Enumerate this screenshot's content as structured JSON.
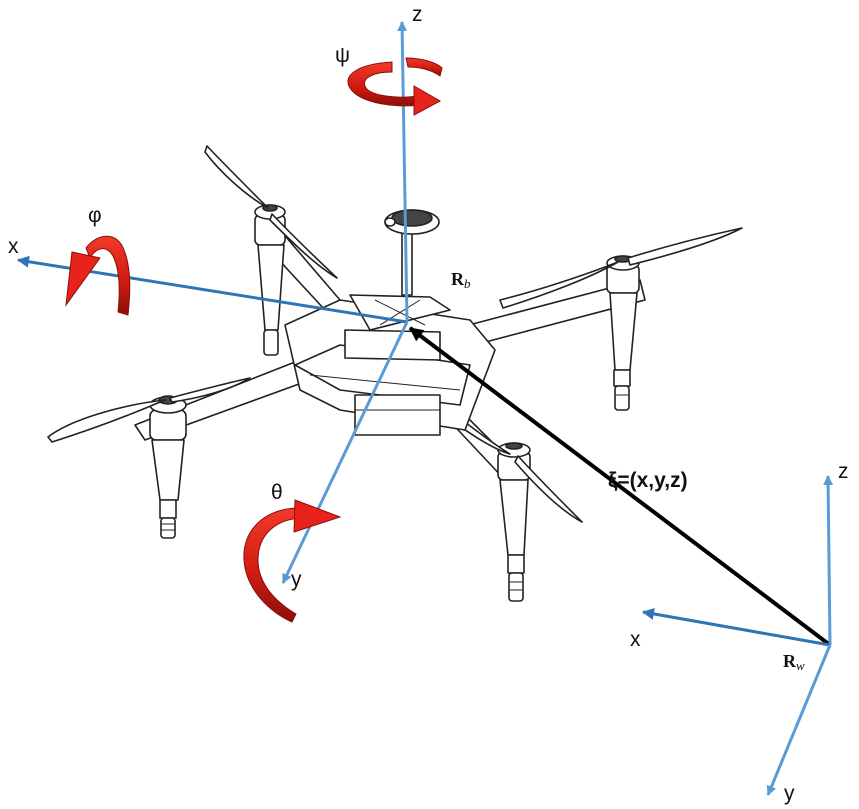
{
  "body_frame": {
    "label_main": "R",
    "label_sub": "b",
    "axes": {
      "x": "x",
      "y": "y",
      "z": "z"
    },
    "rotations": {
      "roll": "φ",
      "pitch": "θ",
      "yaw": "ψ"
    }
  },
  "world_frame": {
    "label_main": "R",
    "label_sub": "w",
    "axes": {
      "x": "x",
      "y": "y",
      "z": "z"
    }
  },
  "position_vector": {
    "label": "ξ=(x,y,z)"
  },
  "colors": {
    "body_axis": "#5b9bd5",
    "body_x_axis": "#2e75b6",
    "rotation_arrow": "#e8231c",
    "rotation_shadow": "#8b0f0a",
    "position_vector": "#000000"
  }
}
